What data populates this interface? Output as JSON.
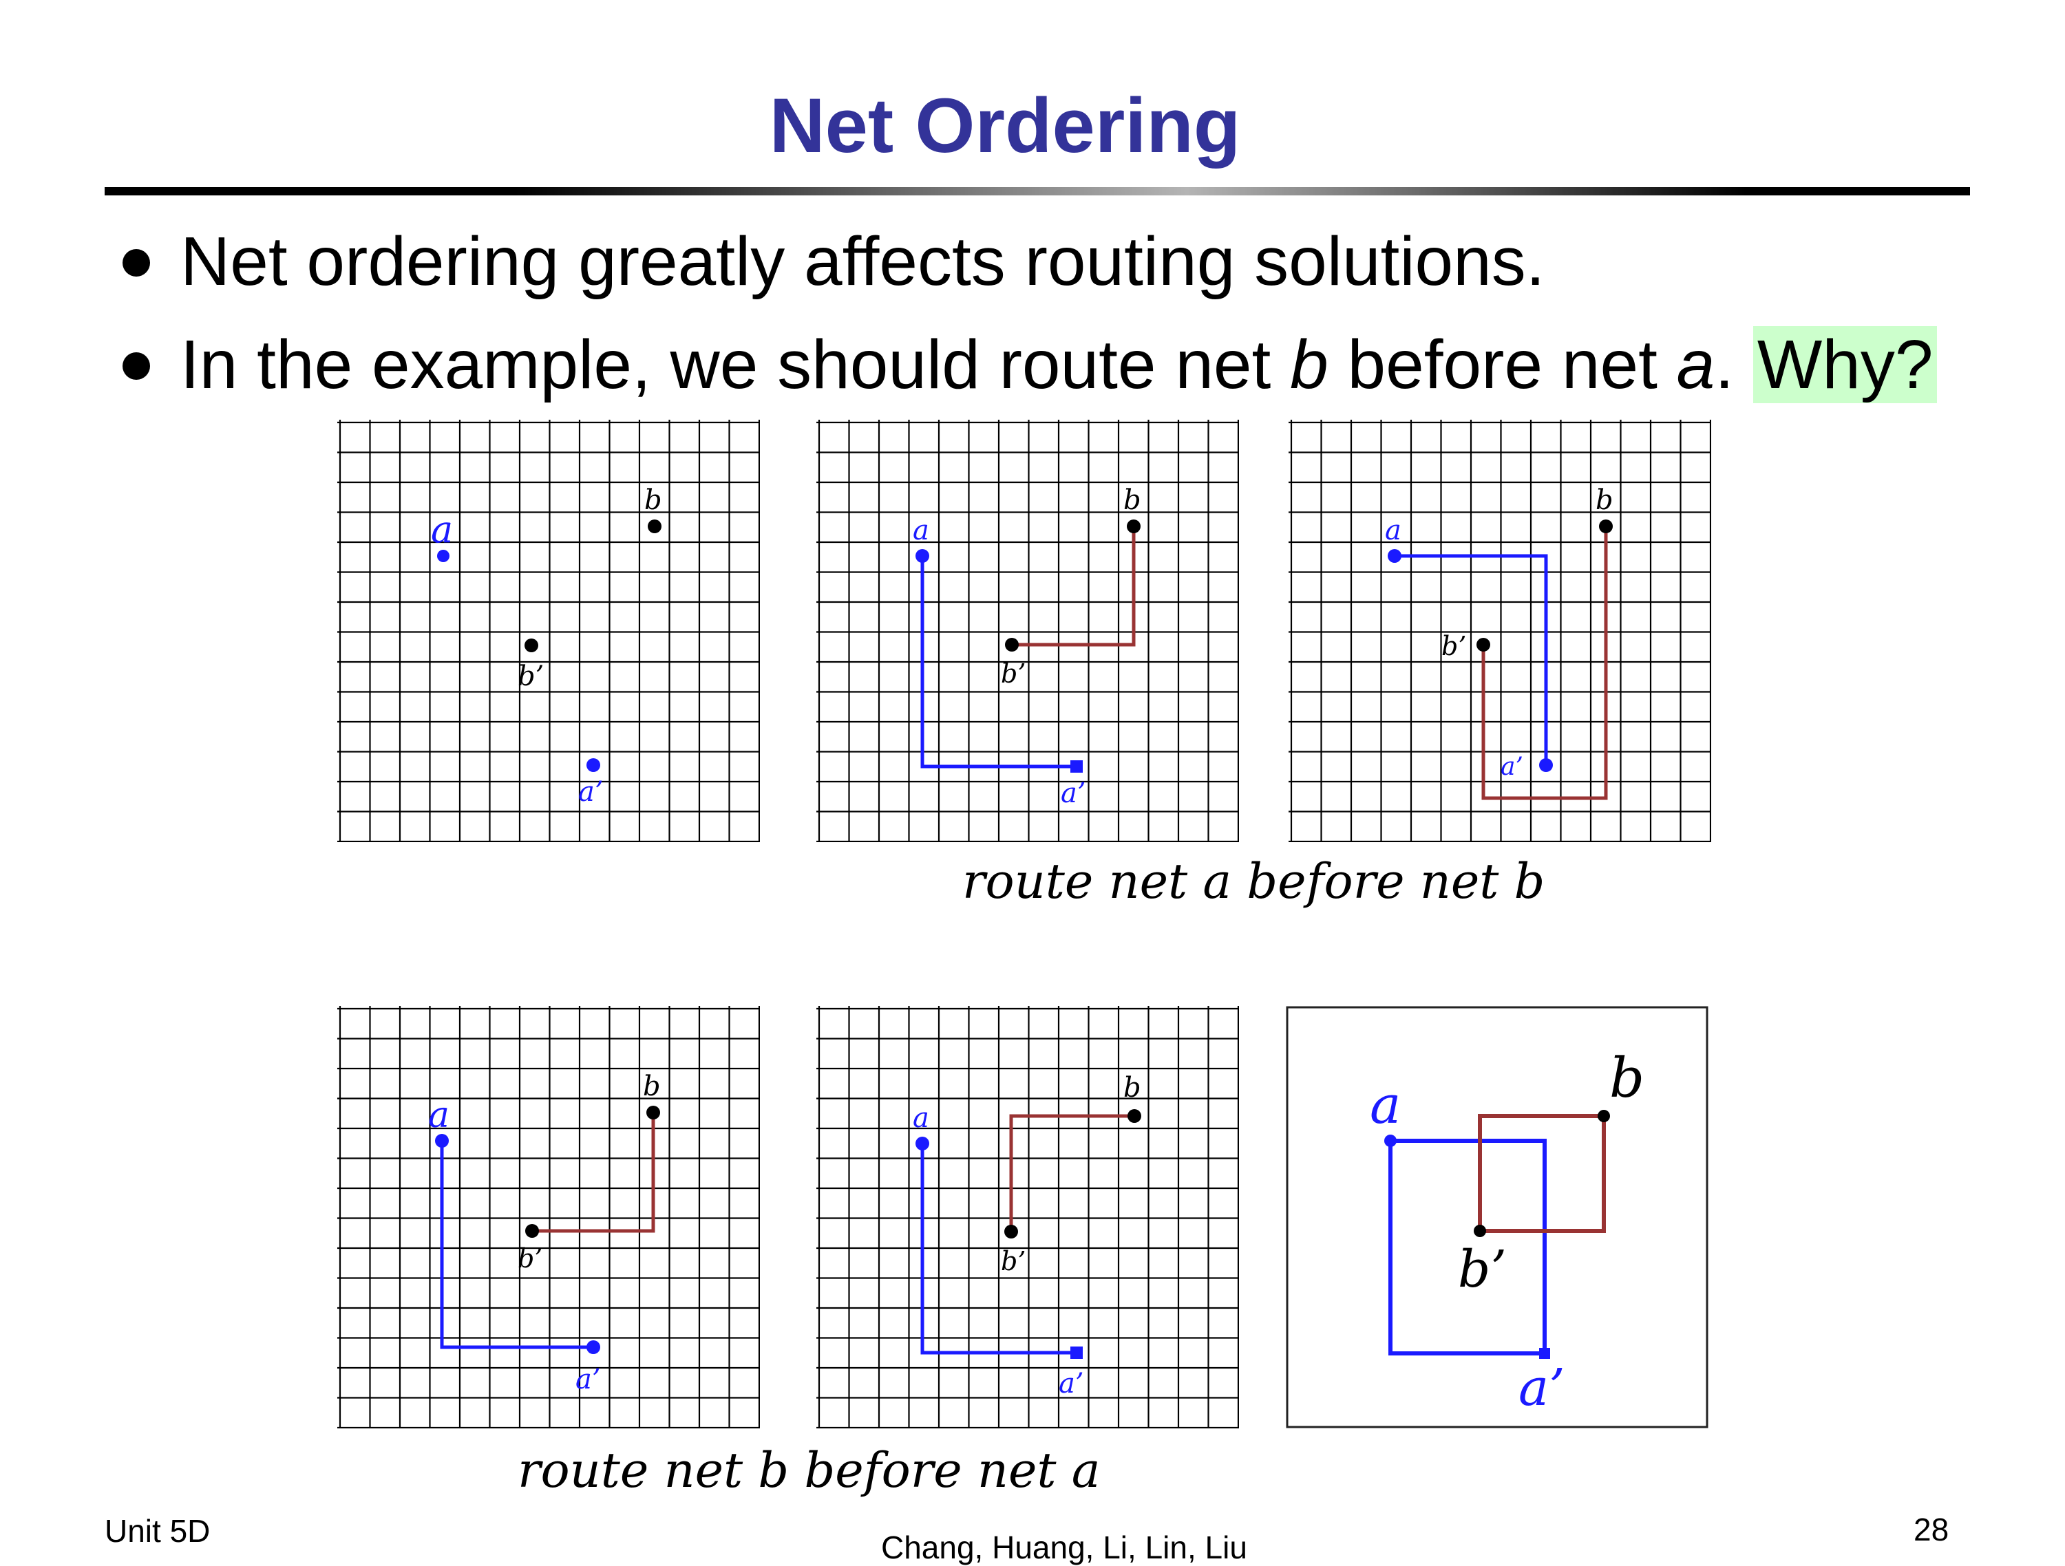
{
  "title": "Net Ordering",
  "bullets": [
    {
      "text": "Net ordering greatly affects routing solutions."
    },
    {
      "before": "In the example, we should route net ",
      "net1": "b",
      "middle": " before net ",
      "net2": "a",
      "after": ". ",
      "highlight": "Why?"
    }
  ],
  "labels": {
    "a": "a",
    "a_prime": "a’",
    "b": "b",
    "b_prime": "b’"
  },
  "captions": {
    "top": "route net a before net b",
    "bottom": "route net b before net a"
  },
  "footer": {
    "left": "Unit 5D",
    "center": "Chang, Huang, Li, Lin, Liu",
    "right": "28"
  },
  "colors": {
    "title": "#333399",
    "net_a": "#1a1aff",
    "net_b": "#993333",
    "pin": "#000000",
    "highlight": "#ccffcc"
  }
}
